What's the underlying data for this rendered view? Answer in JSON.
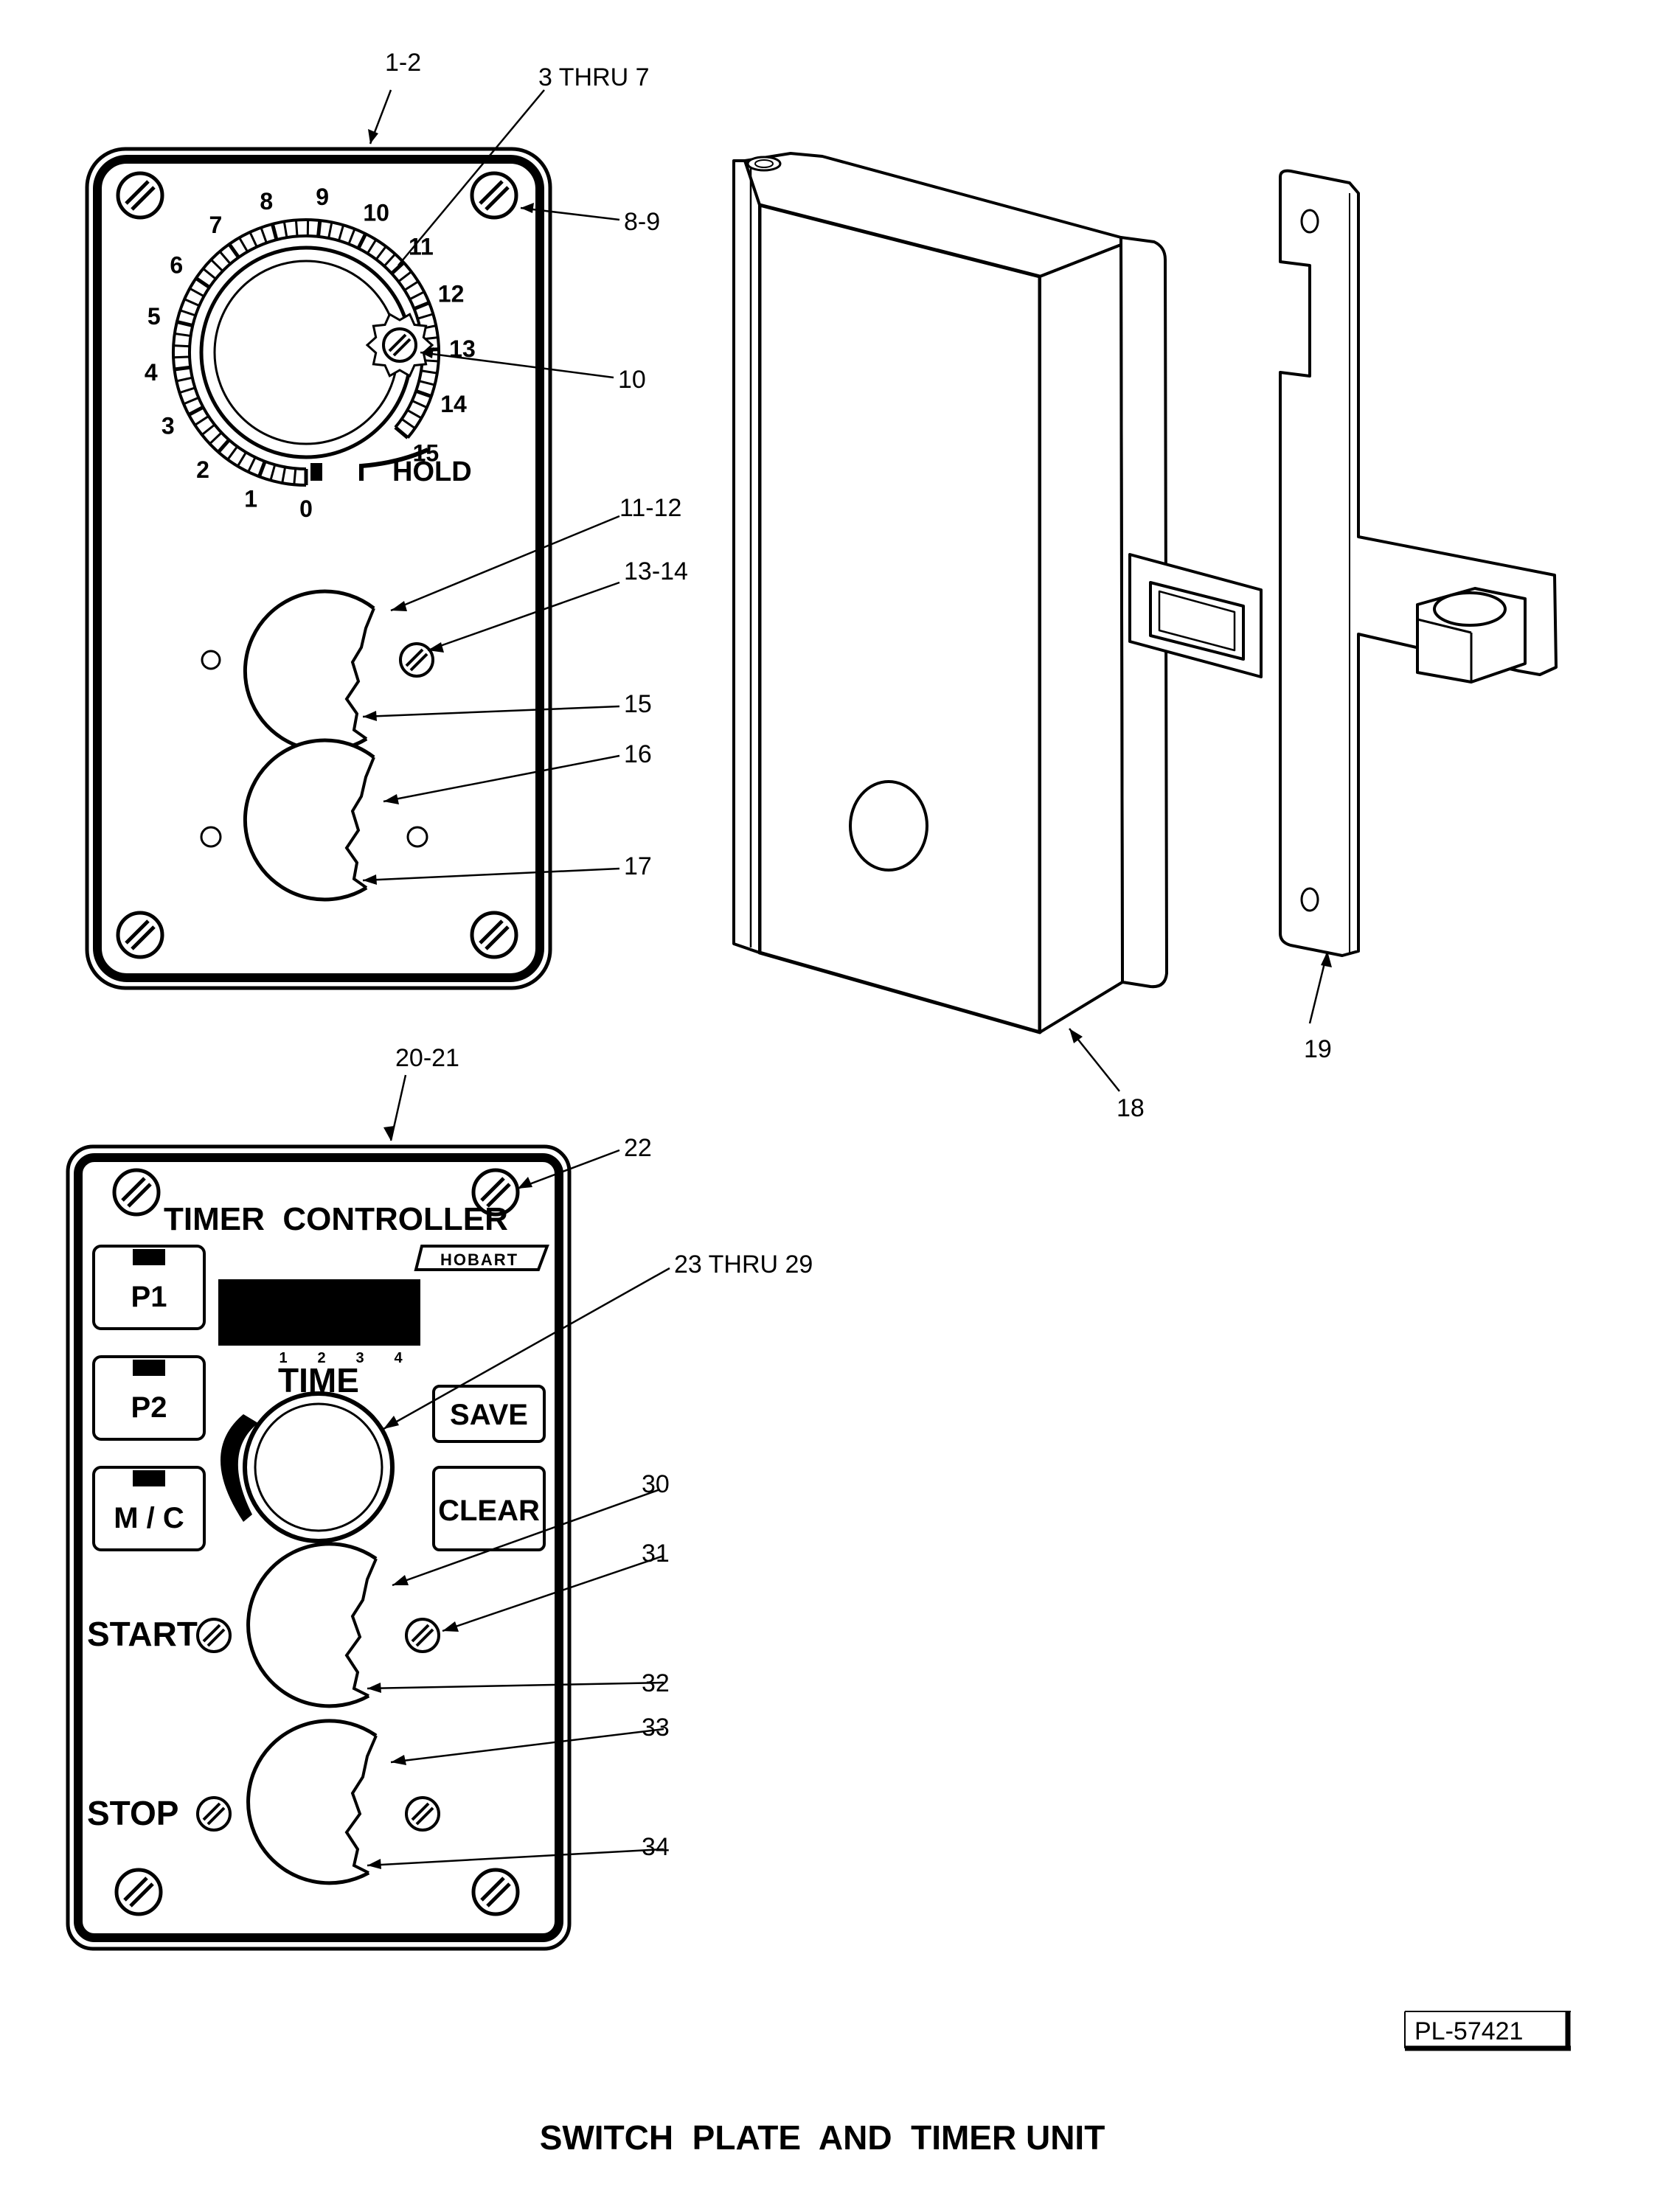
{
  "caption": "SWITCH  PLATE  AND  TIMER UNIT",
  "figure_id": "PL-57421",
  "switch_plate": {
    "dial_numbers": [
      "0",
      "1",
      "2",
      "3",
      "4",
      "5",
      "6",
      "7",
      "8",
      "9",
      "10",
      "11",
      "12",
      "13",
      "14",
      "15"
    ],
    "hold_label": "HOLD"
  },
  "timer_controller": {
    "title": "TIMER  CONTROLLER",
    "brand": "HOBART",
    "buttons": {
      "p1": "P1",
      "p2": "P2",
      "mc": "M / C",
      "save": "SAVE",
      "clear": "CLEAR"
    },
    "time_label": "TIME",
    "display_digits": [
      "1",
      "2",
      "3",
      "4"
    ],
    "start_label": "START",
    "stop_label": "STOP"
  },
  "callouts": {
    "c1_2": "1-2",
    "c3_7": "3 THRU 7",
    "c8_9": "8-9",
    "c10": "10",
    "c11_12": "11-12",
    "c13_14": "13-14",
    "c15": "15",
    "c16": "16",
    "c17": "17",
    "c18": "18",
    "c19": "19",
    "c20_21": "20-21",
    "c22": "22",
    "c23_29": "23 THRU 29",
    "c30": "30",
    "c31": "31",
    "c32": "32",
    "c33": "33",
    "c34": "34"
  }
}
